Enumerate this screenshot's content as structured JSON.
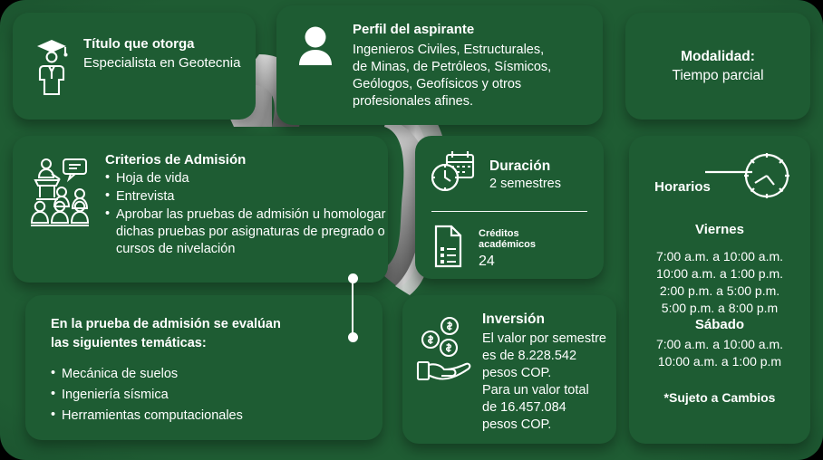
{
  "theme": {
    "background_green": "#1f5c33",
    "card_green": "#1e5c33",
    "text_white": "#ffffff",
    "ribbon_gray": "#c9c9c9"
  },
  "cards": {
    "titulo": {
      "icon": "graduate-person-icon",
      "heading": "Título que otorga",
      "value": "Especialista en Geotecnia"
    },
    "perfil": {
      "icon": "person-avatar-icon",
      "heading": "Perfil del aspirante",
      "lines": [
        "Ingenieros Civiles, Estructurales,",
        "de Minas, de Petróleos, Sísmicos,",
        "Geólogos, Geofísicos y otros",
        "profesionales afines."
      ]
    },
    "modalidad": {
      "heading": "Modalidad:",
      "value": "Tiempo parcial"
    },
    "criterios": {
      "icon": "audience-presentation-icon",
      "heading": "Criterios de Admisión",
      "items": [
        "Hoja de vida",
        "Entrevista",
        "Aprobar las pruebas de admisión u homologar dichas pruebas por asignaturas de pregrado o cursos de nivelación"
      ]
    },
    "duracion": {
      "icon": "calendar-clock-icon",
      "heading": "Duración",
      "value": "2 semestres",
      "credits_icon": "document-list-icon",
      "credits_label_line1": "Créditos",
      "credits_label_line2": "académicos",
      "credits_value": "24"
    },
    "horarios": {
      "icon": "clock-icon",
      "heading": "Horarios",
      "day1": "Viernes",
      "day1_times": [
        "7:00 a.m. a 10:00 a.m.",
        "10:00 a.m. a 1:00 p.m.",
        "2:00 p.m. a 5:00 p.m.",
        "5:00 p.m. a 8:00 p.m"
      ],
      "day2": "Sábado",
      "day2_times": [
        "7:00 a.m. a 10:00 a.m.",
        "10:00 a.m. a 1:00 p.m"
      ],
      "note": "*Sujeto a Cambios"
    },
    "tematicas": {
      "heading_line1": "En la prueba de admisión se evalúan",
      "heading_line2": "las siguientes temáticas:",
      "items": [
        "Mecánica de suelos",
        "Ingeniería sísmica",
        "Herramientas computacionales"
      ]
    },
    "inversion": {
      "icon": "hand-coins-icon",
      "heading": "Inversión",
      "lines": [
        "El valor por semestre",
        "es de 8.228.542",
        "pesos COP.",
        "Para un valor total",
        "de 16.457.084",
        "pesos COP."
      ]
    }
  }
}
